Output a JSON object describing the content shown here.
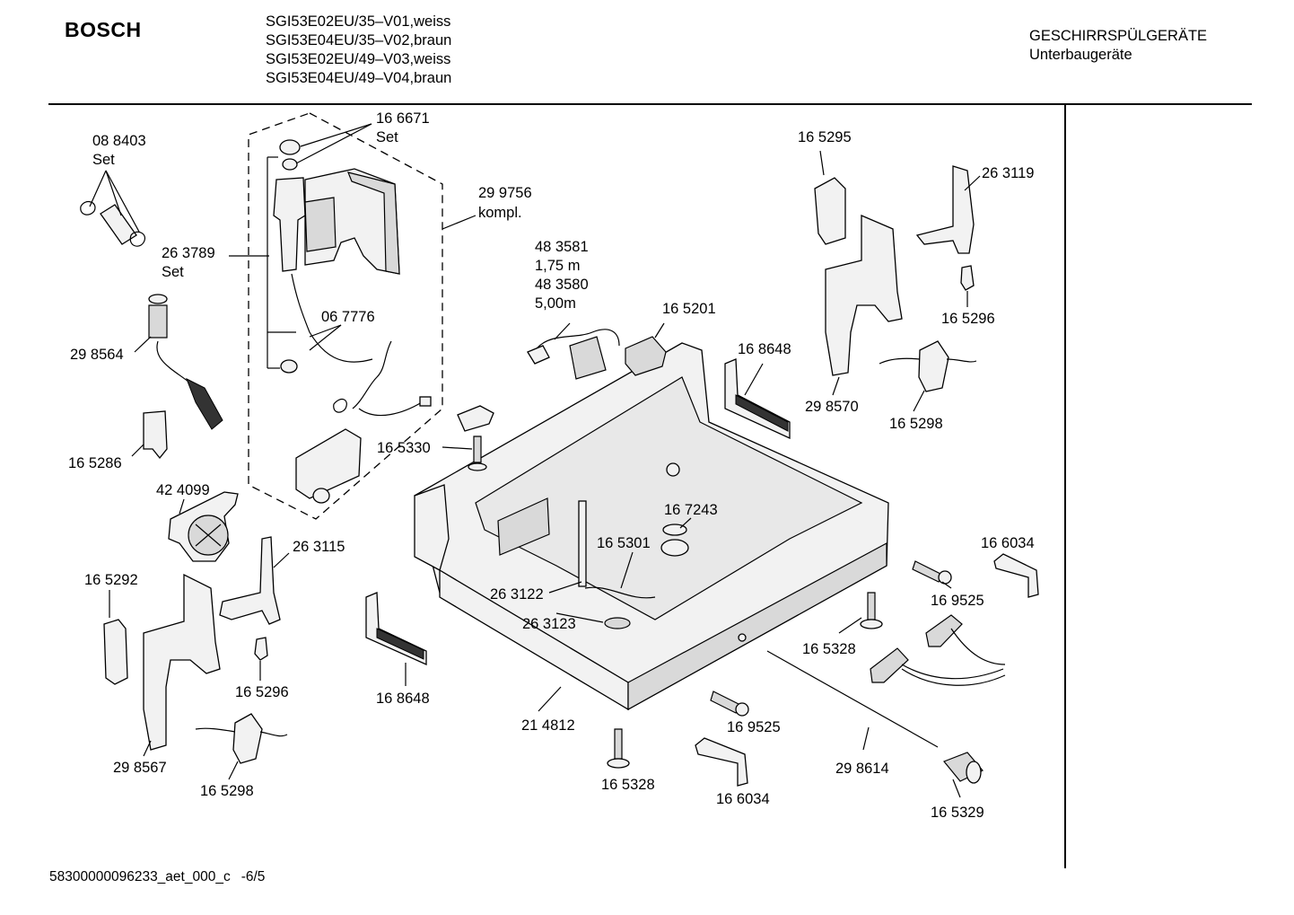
{
  "header": {
    "brand": "BOSCH",
    "models": [
      "SGI53E02EU/35–V01,weiss",
      "SGI53E04EU/35–V02,braun",
      "SGI53E02EU/49–V03,weiss",
      "SGI53E04EU/49–V04,braun"
    ],
    "category": "GESCHIRRSPÜLGERÄTE",
    "subcategory": "Unterbaugeräte"
  },
  "footer": {
    "document_id": "58300000096233_aet_000_c",
    "page": "-6/5"
  },
  "parts": {
    "p088403": "08 8403",
    "set": "Set",
    "p166671": "16 6671",
    "p299756": "29 9756",
    "kompl": "kompl.",
    "p263789": "26 3789",
    "p067776": "06 7776",
    "p298564": "29 8564",
    "p165286": "16 5286",
    "p424099": "42 4099",
    "p263115": "26 3115",
    "p165292": "16 5292",
    "p165296": "16 5296",
    "p298567": "29 8567",
    "p165298": "16 5298",
    "p483581": "48 3581",
    "len175": "1,75 m",
    "p483580": "48 3580",
    "len500": "5,00m",
    "p165201": "16 5201",
    "p165330": "16 5330",
    "p168648": "16 8648",
    "p167243": "16 7243",
    "p165301": "16 5301",
    "p263122": "26 3122",
    "p263123": "26 3123",
    "p214812": "21 4812",
    "p165328": "16 5328",
    "p169525": "16 9525",
    "p166034": "16 6034",
    "p298614": "29 8614",
    "p165329": "16 5329",
    "p165295": "16 5295",
    "p263119": "26 3119",
    "p298570": "29 8570"
  }
}
